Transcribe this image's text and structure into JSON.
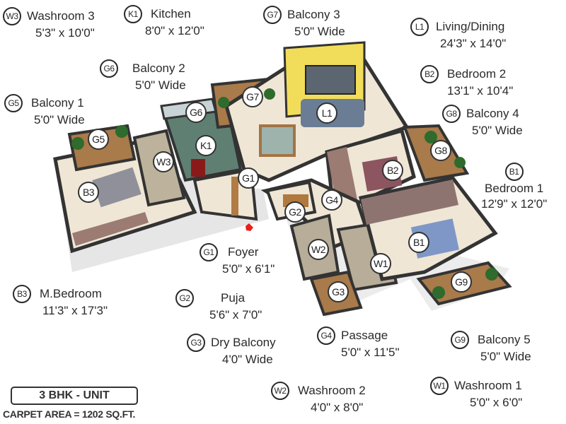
{
  "unit": {
    "type_label": "3 BHK - UNIT",
    "carpet_area": "CARPET AREA = 1202 SQ.FT."
  },
  "legend": [
    {
      "code": "W3",
      "name": "Washroom 3",
      "size": "5'3\" x 10'0\""
    },
    {
      "code": "K1",
      "name": "Kitchen",
      "size": "8'0\" x 12'0\""
    },
    {
      "code": "G7",
      "name": "Balcony 3",
      "size": "5'0\" Wide"
    },
    {
      "code": "L1",
      "name": "Living/Dining",
      "size": "24'3\" x 14'0\""
    },
    {
      "code": "G6",
      "name": "Balcony 2",
      "size": "5'0\" Wide"
    },
    {
      "code": "B2",
      "name": "Bedroom 2",
      "size": "13'1\" x 10'4\""
    },
    {
      "code": "G5",
      "name": "Balcony 1",
      "size": "5'0\" Wide"
    },
    {
      "code": "G8",
      "name": "Balcony 4",
      "size": "5'0\" Wide"
    },
    {
      "code": "B1",
      "name": "Bedroom 1",
      "size": "12'9\" x 12'0\""
    },
    {
      "code": "G1",
      "name": "Foyer",
      "size": "5'0\" x 6'1\""
    },
    {
      "code": "B3",
      "name": "M.Bedroom",
      "size": "11'3\" x 17'3\""
    },
    {
      "code": "G2",
      "name": "Puja",
      "size": "5'6\" x 7'0\""
    },
    {
      "code": "G3",
      "name": "Dry Balcony",
      "size": "4'0\" Wide"
    },
    {
      "code": "G4",
      "name": "Passage",
      "size": "5'0\" x 11'5\""
    },
    {
      "code": "G9",
      "name": "Balcony 5",
      "size": "5'0\" Wide"
    },
    {
      "code": "W2",
      "name": "Washroom 2",
      "size": "4'0\" x 8'0\""
    },
    {
      "code": "W1",
      "name": "Washroom 1",
      "size": "5'0\" x 6'0\""
    }
  ],
  "plan_markers": [
    "G5",
    "G6",
    "G7",
    "K1",
    "W3",
    "B3",
    "G1",
    "L1",
    "B2",
    "G8",
    "G4",
    "G2",
    "B1",
    "W2",
    "W1",
    "G3",
    "G9"
  ],
  "colors": {
    "wall": "#3a3a3a",
    "floor": "#efe6d6",
    "accent_wall": "#f2dd5a",
    "wood": "#a8743f",
    "entry_marker": "#e8201c"
  }
}
